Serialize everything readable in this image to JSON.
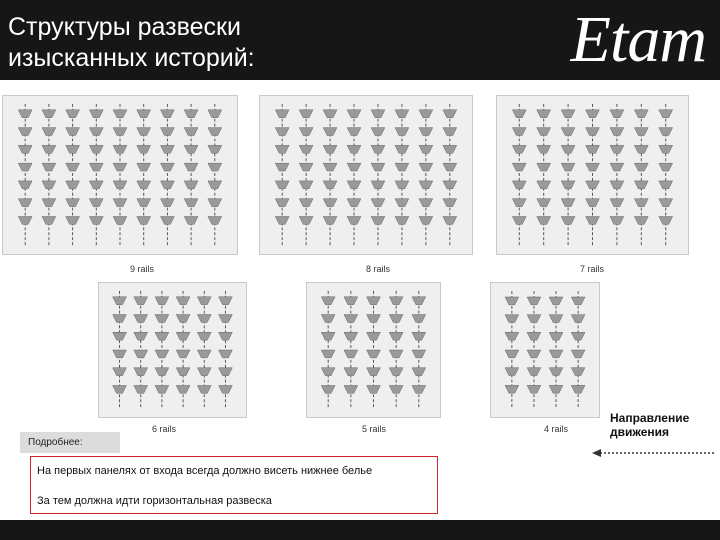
{
  "header": {
    "title_line1": "Структуры развески",
    "title_line2": "изысканных историй:",
    "logo": "Etam"
  },
  "panels": [
    {
      "label": "9 rails",
      "rails": 9
    },
    {
      "label": "8 rails",
      "rails": 8
    },
    {
      "label": "7 rails",
      "rails": 7
    },
    {
      "label": "6 rails",
      "rails": 6
    },
    {
      "label": "5 rails",
      "rails": 5
    },
    {
      "label": "4 rails",
      "rails": 4
    }
  ],
  "more_label": "Подробнее:",
  "notes": {
    "line1": "На первых панелях от входа всегда должно висеть нижнее белье",
    "line2": "За тем должна идти горизонтальная развеска"
  },
  "direction": {
    "line1": "Направление",
    "line2": "движения"
  },
  "colors": {
    "header_bg": "#161616",
    "notes_border": "#d2232a",
    "panel_bg": "#f0efef"
  }
}
